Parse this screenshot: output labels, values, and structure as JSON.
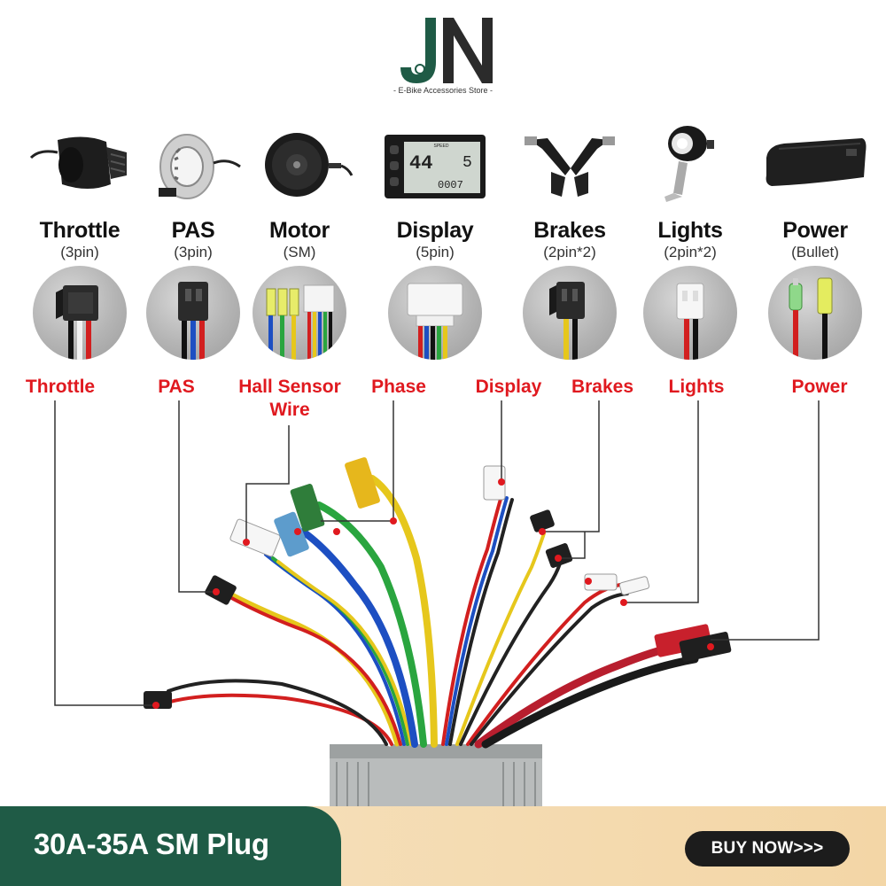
{
  "brand": {
    "tagline": "- E-Bike Accessories Store -"
  },
  "components": [
    {
      "name": "Throttle",
      "spec": "(3pin)"
    },
    {
      "name": "PAS",
      "spec": "(3pin)"
    },
    {
      "name": "Motor",
      "spec": "(SM)"
    },
    {
      "name": "Display",
      "spec": "(5pin)"
    },
    {
      "name": "Brakes",
      "spec": "(2pin*2)"
    },
    {
      "name": "Lights",
      "spec": "(2pin*2)"
    },
    {
      "name": "Power",
      "spec": "(Bullet)"
    }
  ],
  "display_screen": {
    "speed_label": "SPEED",
    "speed_value": "44",
    "level_value": "5",
    "odo_value": "0007"
  },
  "labels": {
    "throttle": "Throttle",
    "pas": "PAS",
    "hall_line1": "Hall Sensor",
    "hall_line2": "Wire",
    "phase": "Phase",
    "display": "Display",
    "brakes": "Brakes",
    "lights": "Lights",
    "power": "Power"
  },
  "banner": {
    "title": "30A-35A SM Plug",
    "button": "BUY NOW>>>"
  },
  "colors": {
    "brand_green": "#1f5b46",
    "label_red": "#e0191f",
    "banner_gold": "#f3d6a6"
  }
}
